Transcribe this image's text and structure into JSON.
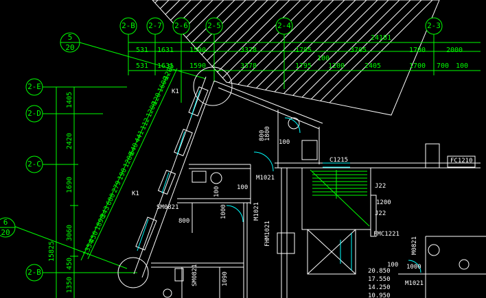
{
  "grid_bubbles_top": [
    {
      "id": "2-B",
      "label": "2-B"
    },
    {
      "id": "2-7",
      "label": "2-7"
    },
    {
      "id": "2-6",
      "label": "2-6"
    },
    {
      "id": "2-5",
      "label": "2-5"
    },
    {
      "id": "2-4",
      "label": "2-4"
    },
    {
      "id": "2-3",
      "label": "2-3"
    }
  ],
  "grid_bubbles_left": [
    {
      "id": "2-E",
      "label": "2-E"
    },
    {
      "id": "2-D",
      "label": "2-D"
    },
    {
      "id": "2-C",
      "label": "2-C"
    },
    {
      "id": "2-B-left",
      "label": "2-B"
    }
  ],
  "section_bubbles": [
    {
      "id": "sec5",
      "top": "5",
      "bottom": "20"
    },
    {
      "id": "sec6",
      "top": "6",
      "bottom": "20"
    }
  ],
  "top_dims_row1": [
    "531",
    "1631",
    "1590",
    "3378",
    "1795",
    "3705",
    "1700",
    "2000"
  ],
  "top_overall": "24181",
  "top_dims_row2": [
    "531",
    "1631",
    "1590",
    "3378",
    "1795",
    "100",
    "1200",
    "2405",
    "1700",
    "700",
    "100"
  ],
  "left_dims": [
    "1405",
    "2420",
    "1690",
    "3060",
    "450",
    "1350"
  ],
  "left_overall": "15825",
  "diag_dims": [
    "1200",
    "1600",
    "120",
    "1200",
    "112",
    "441",
    "640",
    "1200",
    "190",
    "279",
    "600",
    "343",
    "1890",
    "450",
    "1354"
  ],
  "labels": {
    "k1a": "K1",
    "k1b": "K1",
    "sm0821": "SM0821",
    "m1021a": "M1021",
    "m1021b": "M1021",
    "m1021c": "M1021",
    "fhm": "FHM1021",
    "fm": "FMC1221",
    "fc": "FC1210",
    "c1215": "C1215",
    "m0821": "M0821",
    "sm0821b": "SM0821",
    "d1": "1800",
    "d2": "800",
    "d3": "100",
    "d4": "800",
    "d5": "1000",
    "d6": "100",
    "d7": "1200",
    "d8": "1000",
    "d9": "100",
    "d10": "1090",
    "d11": "100",
    "d12": "J22",
    "d13": "J22"
  },
  "elevations": [
    "20.850",
    "17.550",
    "14.250",
    "10.950"
  ],
  "colors": {
    "grid": "#00ff00",
    "wall": "#ffffff",
    "window": "#00ffff",
    "background": "#000000"
  }
}
